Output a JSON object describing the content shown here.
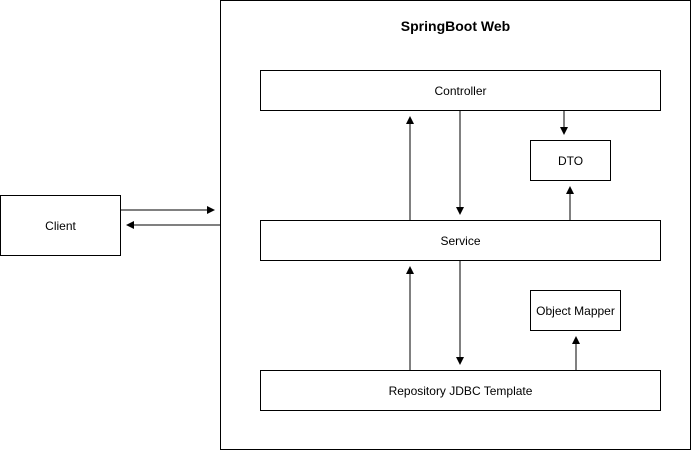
{
  "diagram": {
    "container_title": "SpringBoot Web",
    "nodes": {
      "client": "Client",
      "controller": "Controller",
      "dto": "DTO",
      "service": "Service",
      "object_mapper": "Object Mapper",
      "repository": "Repository JDBC Template"
    },
    "colors": {
      "stroke": "#000000",
      "fill": "#ffffff"
    }
  }
}
